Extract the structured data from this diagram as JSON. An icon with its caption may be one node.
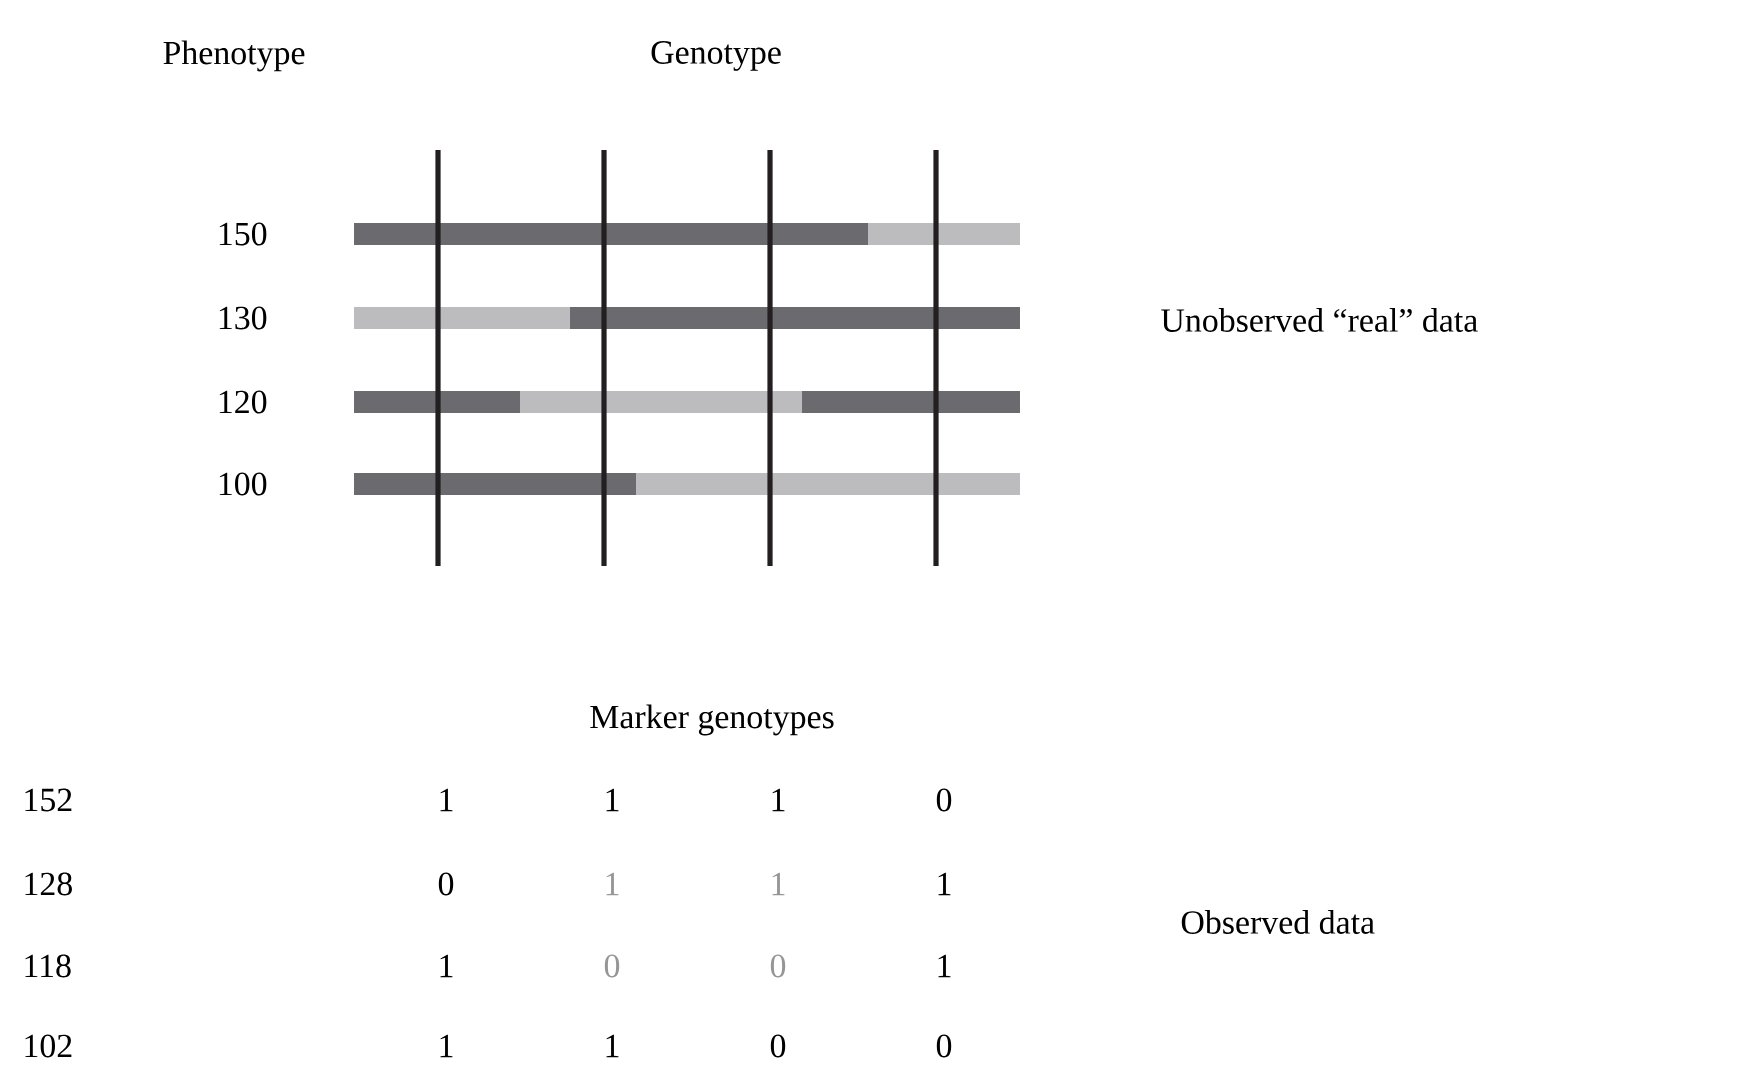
{
  "diagram": {
    "labels": [
      "Phenotype",
      "Genotype",
      "150",
      "130",
      "Unobserved “real” data",
      "120",
      "100",
      "Marker genotypes",
      "152",
      "1",
      "1",
      "1",
      "0",
      "128",
      "0",
      "1",
      "1",
      "1",
      "Observed data",
      "118",
      "1",
      "0",
      "0",
      "1",
      "102",
      "1",
      "1",
      "0",
      "0"
    ]
  }
}
